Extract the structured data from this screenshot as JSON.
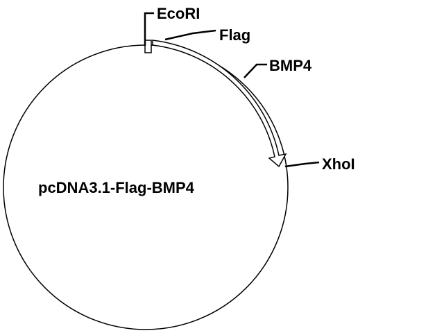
{
  "plasmid": {
    "name": "pcDNA3.1-Flag-BMP4"
  },
  "features": {
    "ecori": "EcoRI",
    "flag": "Flag",
    "bmp4": "BMP4",
    "xhoi": "XhoI"
  },
  "colors": {
    "stroke": "#000000",
    "fill": "#ffffff",
    "text": "#000000"
  }
}
